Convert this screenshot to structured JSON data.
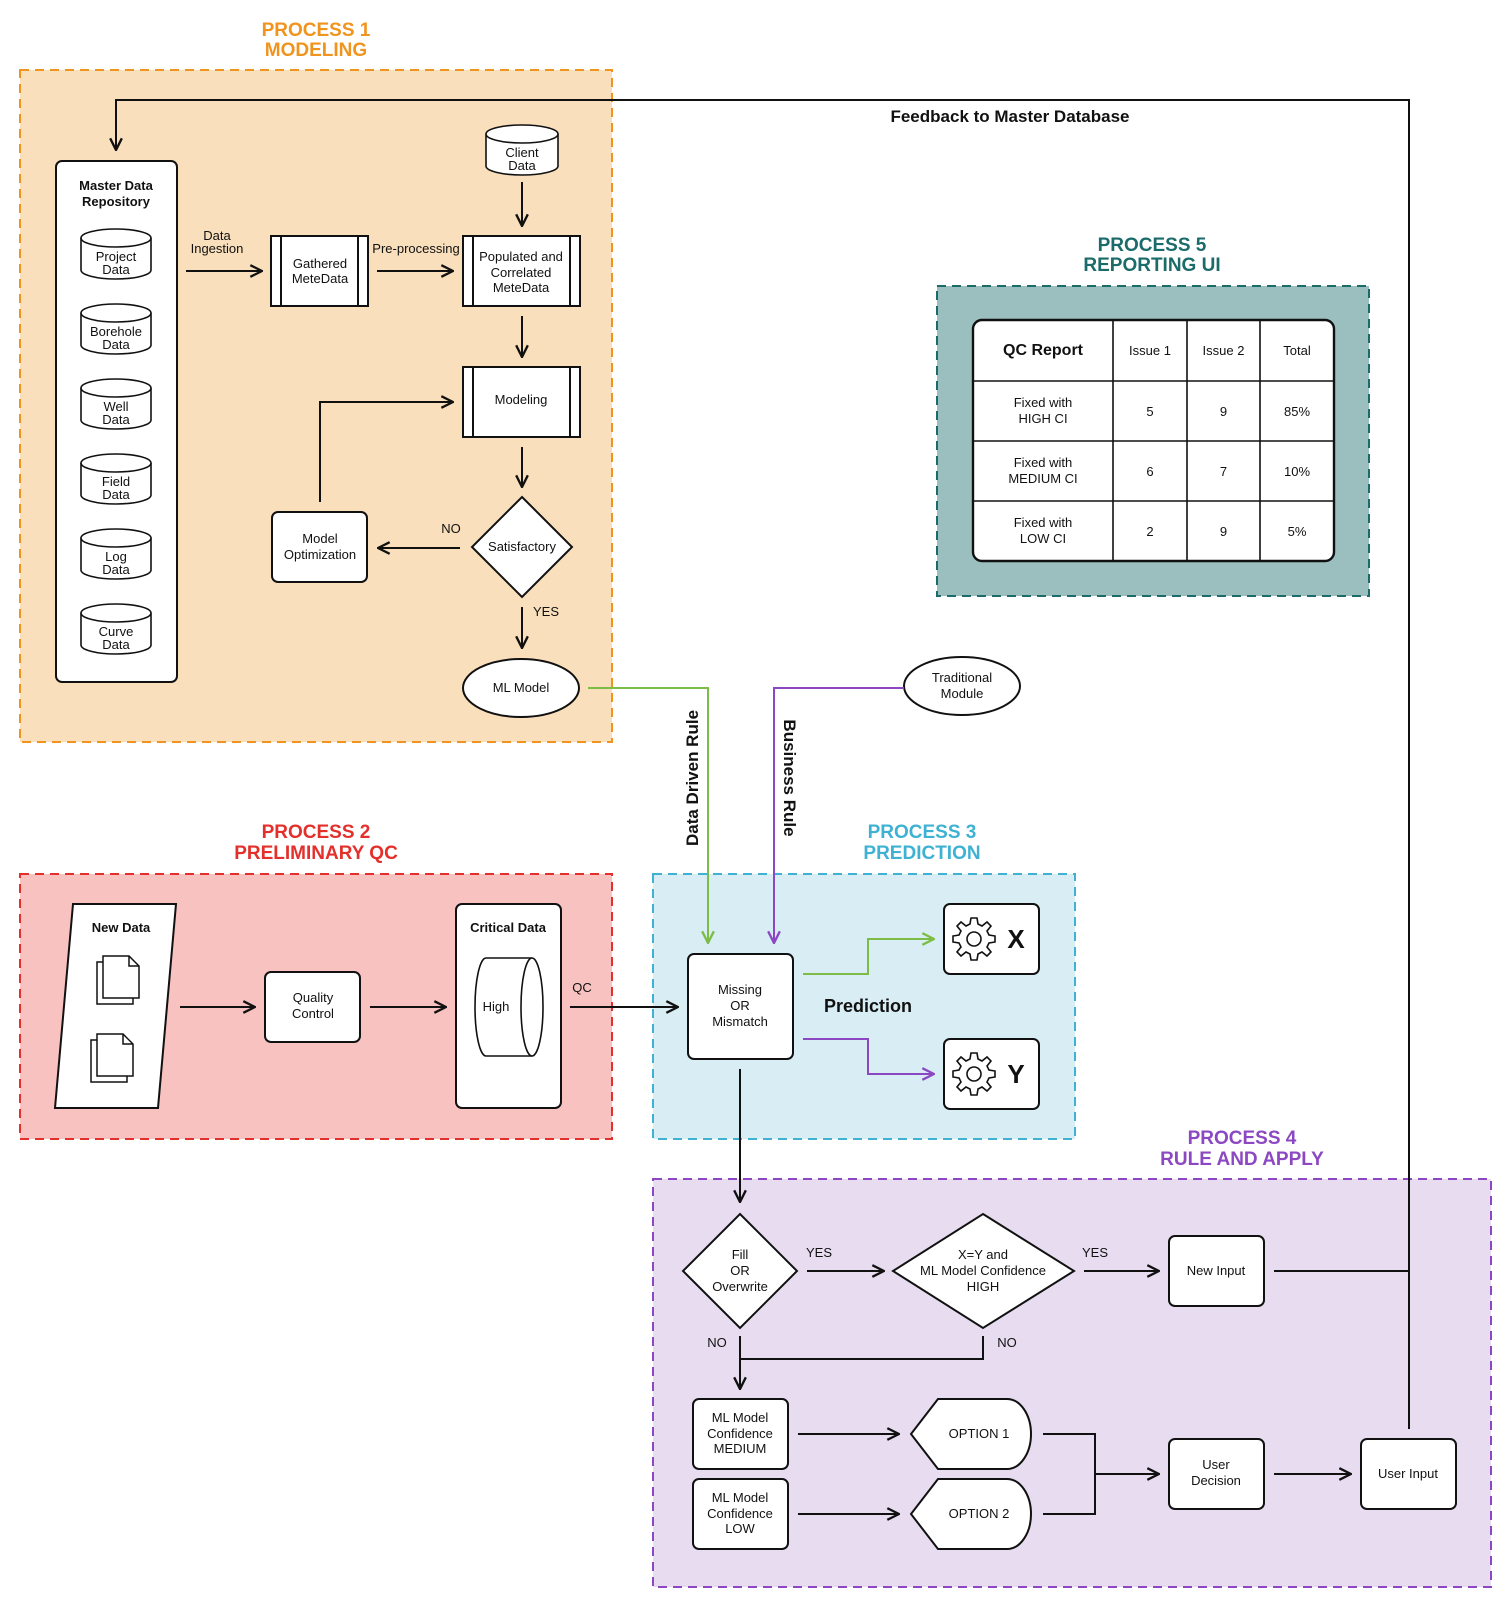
{
  "processes": {
    "p1": {
      "line1": "PROCESS 1",
      "line2": "MODELING",
      "color": "#f0941e",
      "fill": "#f9dfbc"
    },
    "p2": {
      "line1": "PROCESS 2",
      "line2": "PRELIMINARY QC",
      "color": "#e3302c",
      "fill": "#f7c2c0"
    },
    "p3": {
      "line1": "PROCESS 3",
      "line2": "PREDICTION",
      "color": "#3fb1d3",
      "fill": "#d8eef4"
    },
    "p4": {
      "line1": "PROCESS 4",
      "line2": "RULE AND APPLY",
      "color": "#8b48c2",
      "fill": "#e7dcf0"
    },
    "p5": {
      "line1": "PROCESS 5",
      "line2": "REPORTING UI",
      "color": "#1a6b6a",
      "fill": "#9bbfbe"
    }
  },
  "feedback_label": "Feedback to Master Database",
  "repository": {
    "title1": "Master Data",
    "title2": "Repository",
    "items": [
      {
        "l1": "Project",
        "l2": "Data"
      },
      {
        "l1": "Borehole",
        "l2": "Data"
      },
      {
        "l1": "Well",
        "l2": "Data"
      },
      {
        "l1": "Field",
        "l2": "Data"
      },
      {
        "l1": "Log",
        "l2": "Data"
      },
      {
        "l1": "Curve",
        "l2": "Data"
      }
    ]
  },
  "modeling": {
    "data_ingestion_1": "Data",
    "data_ingestion_2": "Ingestion",
    "gathered_1": "Gathered",
    "gathered_2": "MeteData",
    "preprocessing": "Pre-processing",
    "client_1": "Client",
    "client_2": "Data",
    "populated_1": "Populated and",
    "populated_2": "Correlated",
    "populated_3": "MeteData",
    "modeling": "Modeling",
    "satisfactory": "Satisfactory",
    "no": "NO",
    "yes": "YES",
    "model_opt_1": "Model",
    "model_opt_2": "Optimization",
    "ml_model": "ML Model"
  },
  "rules": {
    "data_driven": "Data Driven Rule",
    "business": "Business Rule",
    "traditional_1": "Traditional",
    "traditional_2": "Module"
  },
  "qc": {
    "new_data": "New Data",
    "quality_1": "Quality",
    "quality_2": "Control",
    "critical_data": "Critical Data",
    "high": "High",
    "qc": "QC"
  },
  "prediction": {
    "missing_1": "Missing",
    "missing_2": "OR",
    "missing_3": "Mismatch",
    "label": "Prediction",
    "x": "X",
    "y": "Y"
  },
  "apply": {
    "fill_1": "Fill",
    "fill_2": "OR",
    "fill_3": "Overwrite",
    "yes1": "YES",
    "no1": "NO",
    "xy_1": "X=Y and",
    "xy_2": "ML Model Confidence",
    "xy_3": "HIGH",
    "yes2": "YES",
    "no2": "NO",
    "new_input": "New Input",
    "medium_1": "ML Model",
    "medium_2": "Confidence",
    "medium_3": "MEDIUM",
    "low_1": "ML Model",
    "low_2": "Confidence",
    "low_3": "LOW",
    "option1": "OPTION 1",
    "option2": "OPTION 2",
    "user_decision_1": "User",
    "user_decision_2": "Decision",
    "user_input": "User Input"
  },
  "report": {
    "headers": [
      "QC Report",
      "Issue 1",
      "Issue 2",
      "Total"
    ],
    "rows": [
      {
        "l1": "Fixed with",
        "l2": "HIGH CI",
        "issue1": "5",
        "issue2": "9",
        "total": "85%"
      },
      {
        "l1": "Fixed with",
        "l2": "MEDIUM CI",
        "issue1": "6",
        "issue2": "7",
        "total": "10%"
      },
      {
        "l1": "Fixed with",
        "l2": "LOW CI",
        "issue1": "2",
        "issue2": "9",
        "total": "5%"
      }
    ]
  }
}
